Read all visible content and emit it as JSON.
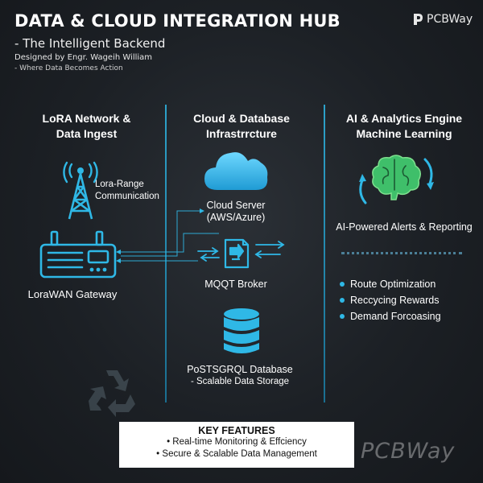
{
  "header": {
    "title": "DATA & CLOUD INTEGRATION HUB",
    "subtitle": "- The Intelligent Backend",
    "credit": "Designed by Engr. Wageih William",
    "tagline": "- Where Data Becomes Action"
  },
  "brand": {
    "name": "PCBWay"
  },
  "columns": {
    "left": {
      "heading": [
        "LoRA Network &",
        "Data Ingest"
      ],
      "range_label": [
        "Lora-Range",
        "Communication"
      ],
      "gateway_label": "LoraWAN Gateway"
    },
    "middle": {
      "heading": [
        "Cloud & Database",
        "Infrastrrcture"
      ],
      "cloud_label": [
        "Cloud Server",
        "(AWS/Azure)"
      ],
      "broker_label": "MQQT Broker",
      "db_label": [
        "PoSTSGRQL Database",
        "- Scalable Data Storage"
      ]
    },
    "right": {
      "heading": [
        "AI & Analytics   Engine",
        "Machine Learning"
      ],
      "ai_label": "AI-Powered Alerts & Reporting",
      "bullets": [
        "Route Optimization",
        "Reccycing Rewards",
        "Demand Forcoasing"
      ]
    }
  },
  "features": {
    "heading": "KEY FEATURES",
    "items": [
      "• Real-time Monitoring & Effciency",
      "• Secure & Scalable Data Management"
    ]
  },
  "watermark": "PCBWay",
  "colors": {
    "accent": "#2fb8e6",
    "background": "#1c2025",
    "features_bg": "#ffffff",
    "ai_green": "#3fbf6a"
  },
  "icons": [
    "lora-tower-icon",
    "gateway-router-icon",
    "cloud-icon",
    "mqtt-broker-icon",
    "database-icon",
    "brain-icon",
    "recycle-icon",
    "pcbway-logo-icon"
  ]
}
